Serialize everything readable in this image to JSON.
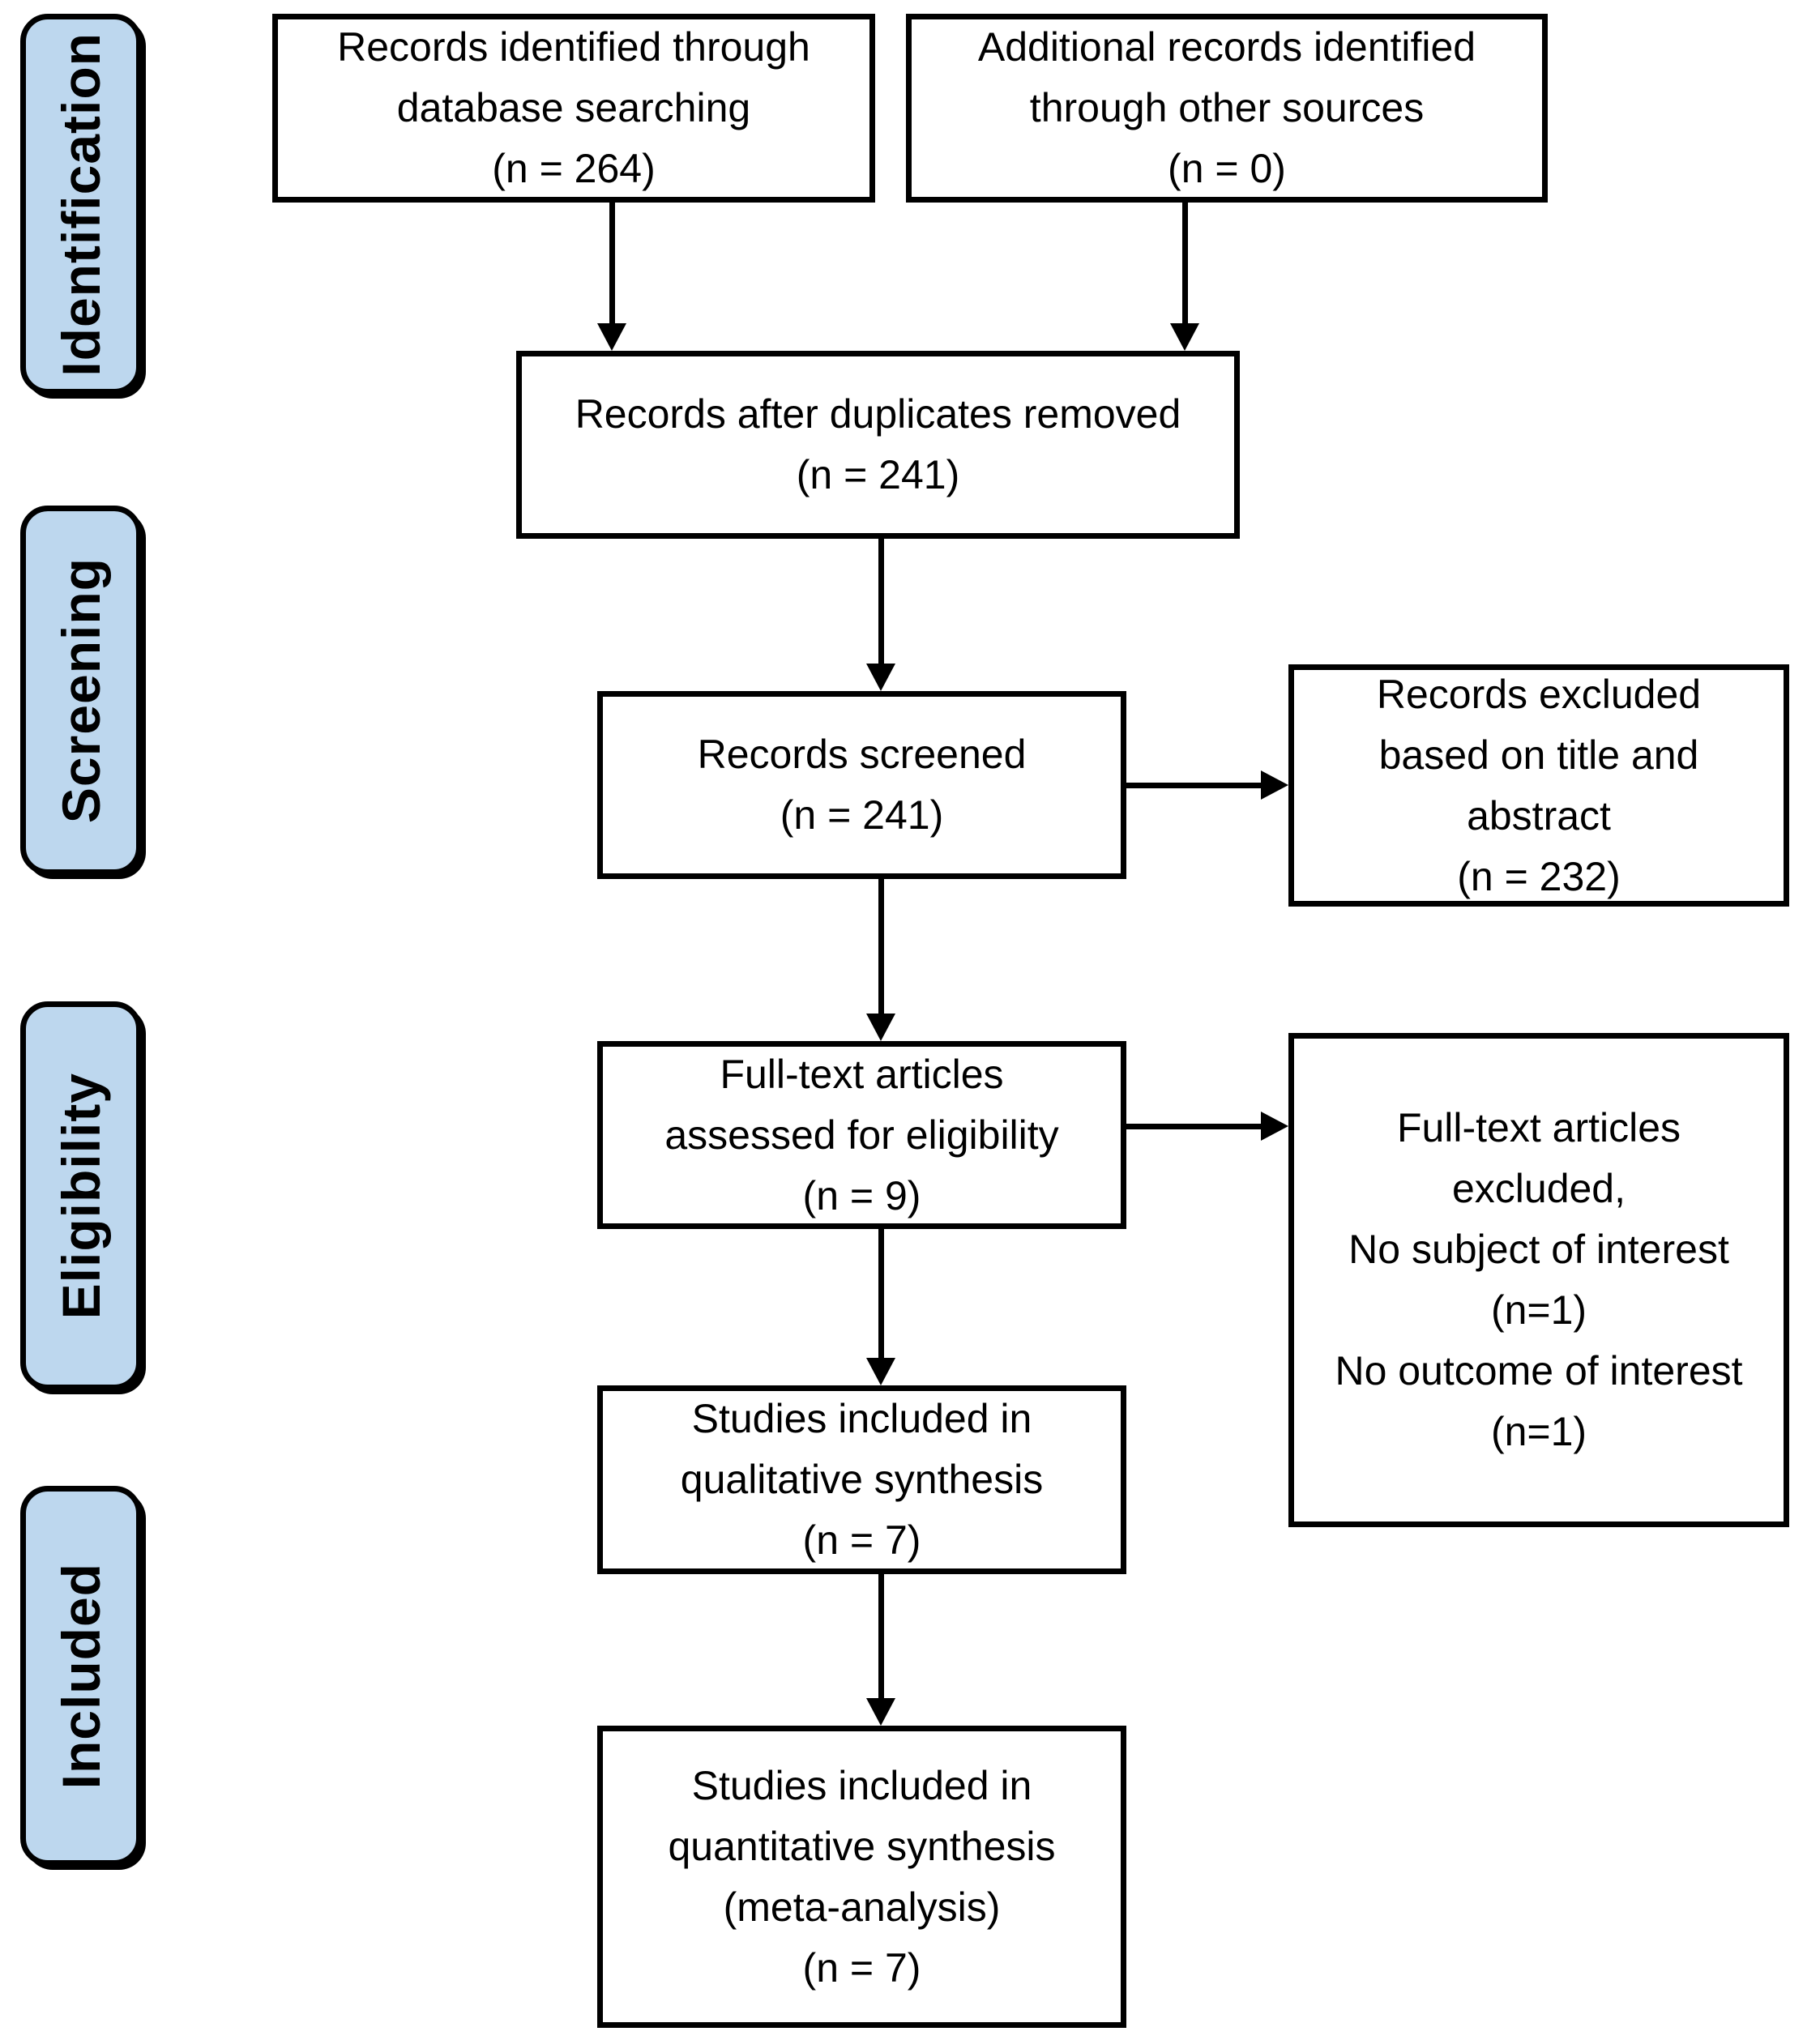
{
  "diagram": {
    "kind": "prisma-flow-diagram",
    "colors": {
      "stage_fill": "#BDD7EE",
      "border": "#000000",
      "text": "#000000",
      "background": "#FFFFFF"
    },
    "stages": [
      {
        "label": "Identification"
      },
      {
        "label": "Screening"
      },
      {
        "label": "Eligibility"
      },
      {
        "label": "Included"
      }
    ],
    "boxes": {
      "records_identified": {
        "lines": [
          "Records identified through",
          "database searching",
          "(n = 264)"
        ],
        "n": 264
      },
      "additional_records": {
        "lines": [
          "Additional records identified",
          "through other sources",
          "(n = 0)"
        ],
        "n": 0
      },
      "after_duplicates": {
        "lines": [
          "Records after duplicates removed",
          "(n = 241)"
        ],
        "n": 241
      },
      "records_screened": {
        "lines": [
          "Records screened",
          "(n = 241)"
        ],
        "n": 241
      },
      "records_excluded": {
        "lines": [
          "Records excluded",
          "based on title and",
          "abstract",
          "(n = 232)"
        ],
        "n": 232
      },
      "fulltext_assessed": {
        "lines": [
          "Full-text articles",
          "assessed for eligibility",
          "(n = 9)"
        ],
        "n": 9
      },
      "fulltext_excluded": {
        "lines": [
          "Full-text articles",
          "excluded,",
          "No subject of interest",
          "(n=1)",
          "No outcome of interest",
          "(n=1)"
        ],
        "reasons": [
          {
            "label": "No subject of interest",
            "n": 1
          },
          {
            "label": "No outcome of interest",
            "n": 1
          }
        ]
      },
      "qualitative_synthesis": {
        "lines": [
          "Studies included in",
          "qualitative synthesis",
          "(n = 7)"
        ],
        "n": 7
      },
      "quantitative_synthesis": {
        "lines": [
          "Studies included in",
          "quantitative synthesis",
          "(meta-analysis)",
          "(n = 7)"
        ],
        "n": 7
      }
    }
  }
}
